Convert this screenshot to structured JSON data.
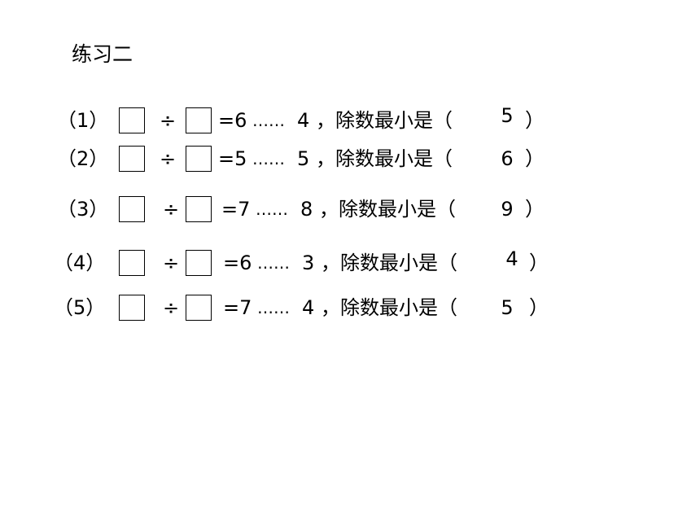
{
  "title": "练习二",
  "problems": [
    {
      "label": "（1）",
      "divide": "÷",
      "quotient": "=6",
      "dots": "……",
      "remainder": "4",
      "question": "，除数最小是（",
      "answer": "5",
      "close": "）"
    },
    {
      "label": "（2）",
      "divide": "÷",
      "quotient": "=5",
      "dots": "……",
      "remainder": "5",
      "question": "，除数最小是（",
      "answer": "6",
      "close": "）"
    },
    {
      "label": "（3）",
      "divide": "÷",
      "quotient": "=7",
      "dots": "……",
      "remainder": "8",
      "question": "，除数最小是（",
      "answer": "9",
      "close": "）"
    },
    {
      "label": "（4）",
      "divide": "÷",
      "quotient": "=6",
      "dots": "……",
      "remainder": "3",
      "question": "，除数最小是（",
      "answer": "4",
      "close": "）"
    },
    {
      "label": "（5）",
      "divide": "÷",
      "quotient": "=7",
      "dots": "……",
      "remainder": "4",
      "question": "，除数最小是（",
      "answer": "5",
      "close": "）"
    }
  ]
}
